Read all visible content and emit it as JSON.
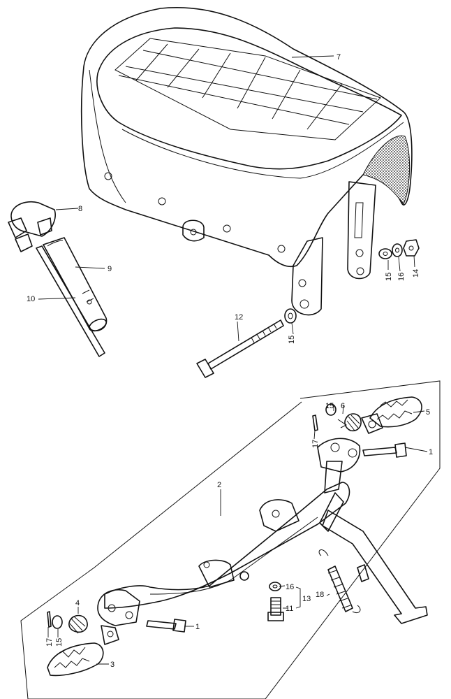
{
  "callouts": {
    "c1a": "1",
    "c1b": "1",
    "c2": "2",
    "c3": "3",
    "c4": "4",
    "c5": "5",
    "c6": "6",
    "c7": "7",
    "c8": "8",
    "c9": "9",
    "c10": "10",
    "c11": "11",
    "c12": "12",
    "c13": "13",
    "c14": "14",
    "c15a": "15",
    "c15b": "15",
    "c15c": "15",
    "c15d": "15",
    "c16a": "16",
    "c16b": "16",
    "c17a": "17",
    "c17b": "17",
    "c18": "18"
  },
  "colors": {
    "ink": "#111111",
    "paper": "#ffffff"
  }
}
